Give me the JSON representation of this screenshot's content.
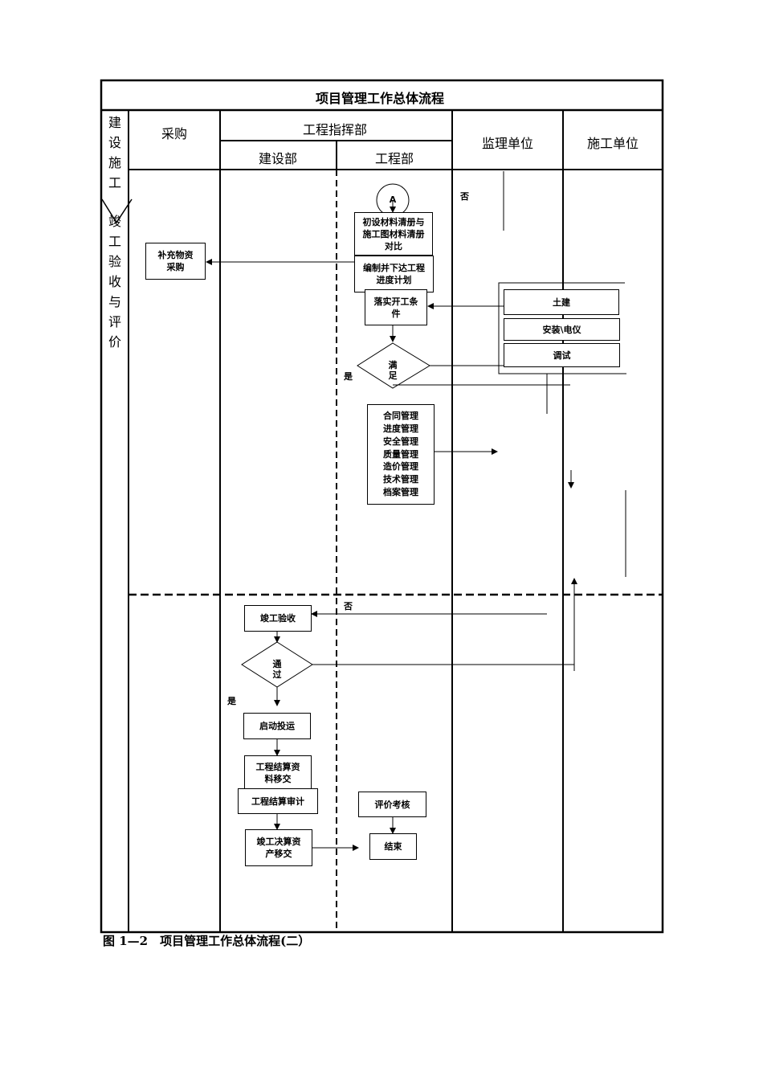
{
  "title": "项目管理工作总体流程",
  "headers": {
    "phase_col": "建设施工",
    "purchase": "采购",
    "command": "工程指挥部",
    "construction_dept": "建设部",
    "engineering_dept": "工程部",
    "supervision": "监理单位",
    "contractor": "施工单位"
  },
  "phase2_label": "竣工验收与评价",
  "nodes": {
    "start": "A",
    "compare": "初设材料清册与施工图材料清册对比",
    "supplement": "补充物资采购",
    "plan": "编制并下达工程进度计划",
    "conditions": "落实开工条件",
    "satisfy": "满足",
    "civil": "土建",
    "install": "安装\\电仪",
    "debug": "调试",
    "mgmt": [
      "合同管理",
      "进度管理",
      "安全管理",
      "质量管理",
      "造价管理",
      "技术管理",
      "档案管理"
    ],
    "acceptance": "竣工验收",
    "pass": "通过",
    "operation": "启动投运",
    "handover": "工程结算资料移交",
    "audit": "工程结算审计",
    "final": "竣工决算资产移交",
    "evaluate": "评价考核",
    "end": "结束"
  },
  "labels": {
    "no": "否",
    "yes": "是"
  },
  "caption": "图 1—2　项目管理工作总体流程(二）"
}
